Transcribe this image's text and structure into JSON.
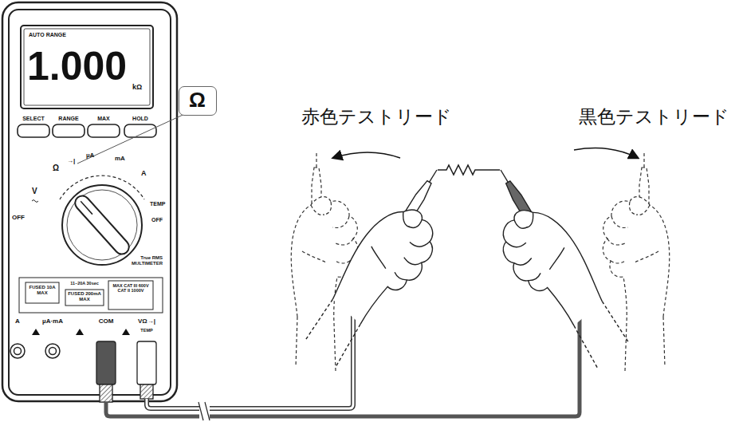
{
  "diagram": {
    "nodes": [
      {
        "text": [
          "Ω"
        ]
      }
    ],
    "labels": [
      "赤色テストリード",
      "黒色テストリード",
      "AUTO RANGE",
      "1.000",
      "kΩ",
      "SELECT",
      "RANGE",
      "MAX",
      "HOLD",
      "OFF",
      "V",
      "Ω",
      "→|",
      "µA",
      "mA",
      "A",
      "TEMP",
      "OFF",
      "True RMS MULTIMETER",
      "FUSED 10A MAX",
      "11~20A 30sec",
      "FUSED 200mA MAX",
      "MAX CAT III 600V CAT II 1000V",
      "A",
      "µA·mA",
      "COM",
      "VΩ→|",
      "TEMP"
    ]
  }
}
